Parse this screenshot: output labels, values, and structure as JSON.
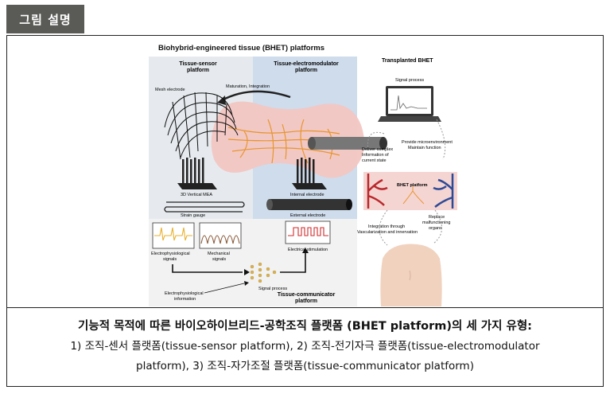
{
  "header": {
    "tag_label": "그림 설명"
  },
  "figure": {
    "title": "Biohybrid-engineered tissue (BHET) platforms",
    "panels": {
      "sensor": {
        "title_line1": "Tissue-sensor",
        "title_line2": "platform"
      },
      "electromodulator": {
        "title_line1": "Tissue-electromodulator",
        "title_line2": "platform"
      },
      "communicator": {
        "title_line1": "Tissue-communicator",
        "title_line2": "platform"
      },
      "transplanted": {
        "title": "Transplanted BHET"
      }
    },
    "labels": {
      "maturation": "Maturation, Integration",
      "mesh_electrode": "Mesh electrode",
      "vertical_mea": "3D Vertical MEA",
      "strain_gauge": "Strain gauge",
      "internal_electrode": "Internal electrode",
      "external_electrode": "External electrode",
      "electro_signals_1": "Electrophysiological",
      "electro_signals_2": "signals",
      "mech_signals_1": "Mechanical",
      "mech_signals_2": "signals",
      "electrical_stimulation": "Electrical stimulation",
      "signal_process_left": "Signal process",
      "electro_info_1": "Electrophysiological",
      "electro_info_2": "information",
      "signal_process_right": "Signal process",
      "deliver_1": "Deliver complex",
      "deliver_2": "Information of",
      "deliver_3": "current state",
      "provide_1": "Provide microenvironment",
      "provide_2": "Maintain function",
      "bhet_platform": "BHET platform",
      "replace_1": "Replace",
      "replace_2": "malfunctioning",
      "replace_3": "organs",
      "integration_1": "Integration through",
      "integration_2": "Vascularization and innervation"
    }
  },
  "caption": {
    "title": "기능적 목적에 따른 바이오하이브리드-공학조직 플랫폼 (BHET platform)의 세 가지 유형:",
    "line1": "1) 조직-센서 플랫폼(tissue-sensor platform), 2) 조직-전기자극 플랫폼(tissue-electromodulator",
    "line2": "platform), 3) 조직-자가조절 플랫폼(tissue-communicator platform)"
  },
  "colors": {
    "header_bg": "#5a5a56",
    "sensor_bg": "#e6eaee",
    "electromodulator_bg": "#cfdcec",
    "tissue_pink": "#f2c6c2",
    "fiber_orange": "#e8952e",
    "artery_red": "#b8282c",
    "vein_blue": "#2e4a96",
    "skin": "#f0d2bf"
  }
}
